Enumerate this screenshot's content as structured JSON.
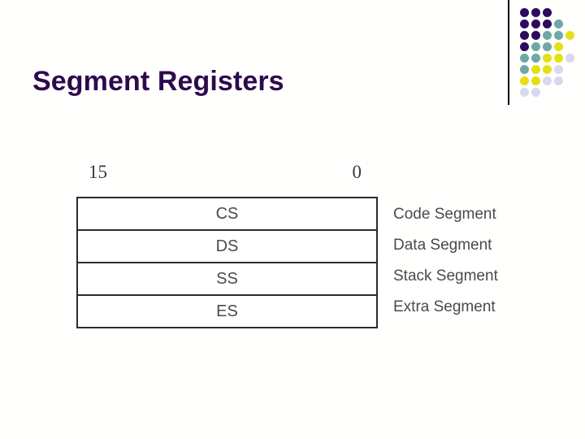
{
  "slide": {
    "title": "Segment Registers",
    "title_color": "#2d0a4e",
    "background_color": "#fffffd"
  },
  "decoration": {
    "divider_color": "#000000",
    "palette": {
      "purple": "#2d0a5e",
      "teal": "#6fa8a8",
      "yellow": "#e5e014",
      "lavender": "#d7d9ec"
    },
    "dot_rows": [
      [
        "purple",
        "purple",
        "purple"
      ],
      [
        "purple",
        "purple",
        "purple",
        "teal"
      ],
      [
        "purple",
        "purple",
        "teal",
        "teal",
        "yellow"
      ],
      [
        "purple",
        "teal",
        "teal",
        "yellow"
      ],
      [
        "teal",
        "teal",
        "yellow",
        "yellow",
        "lavender"
      ],
      [
        "teal",
        "yellow",
        "yellow",
        "lavender"
      ],
      [
        "yellow",
        "yellow",
        "lavender",
        "lavender"
      ],
      [
        "lavender",
        "lavender"
      ]
    ]
  },
  "diagram": {
    "bit_high": "15",
    "bit_low": "0",
    "registers": [
      {
        "name": "CS",
        "description": "Code Segment"
      },
      {
        "name": "DS",
        "description": "Data Segment"
      },
      {
        "name": "SS",
        "description": "Stack Segment"
      },
      {
        "name": "ES",
        "description": "Extra Segment"
      }
    ]
  }
}
